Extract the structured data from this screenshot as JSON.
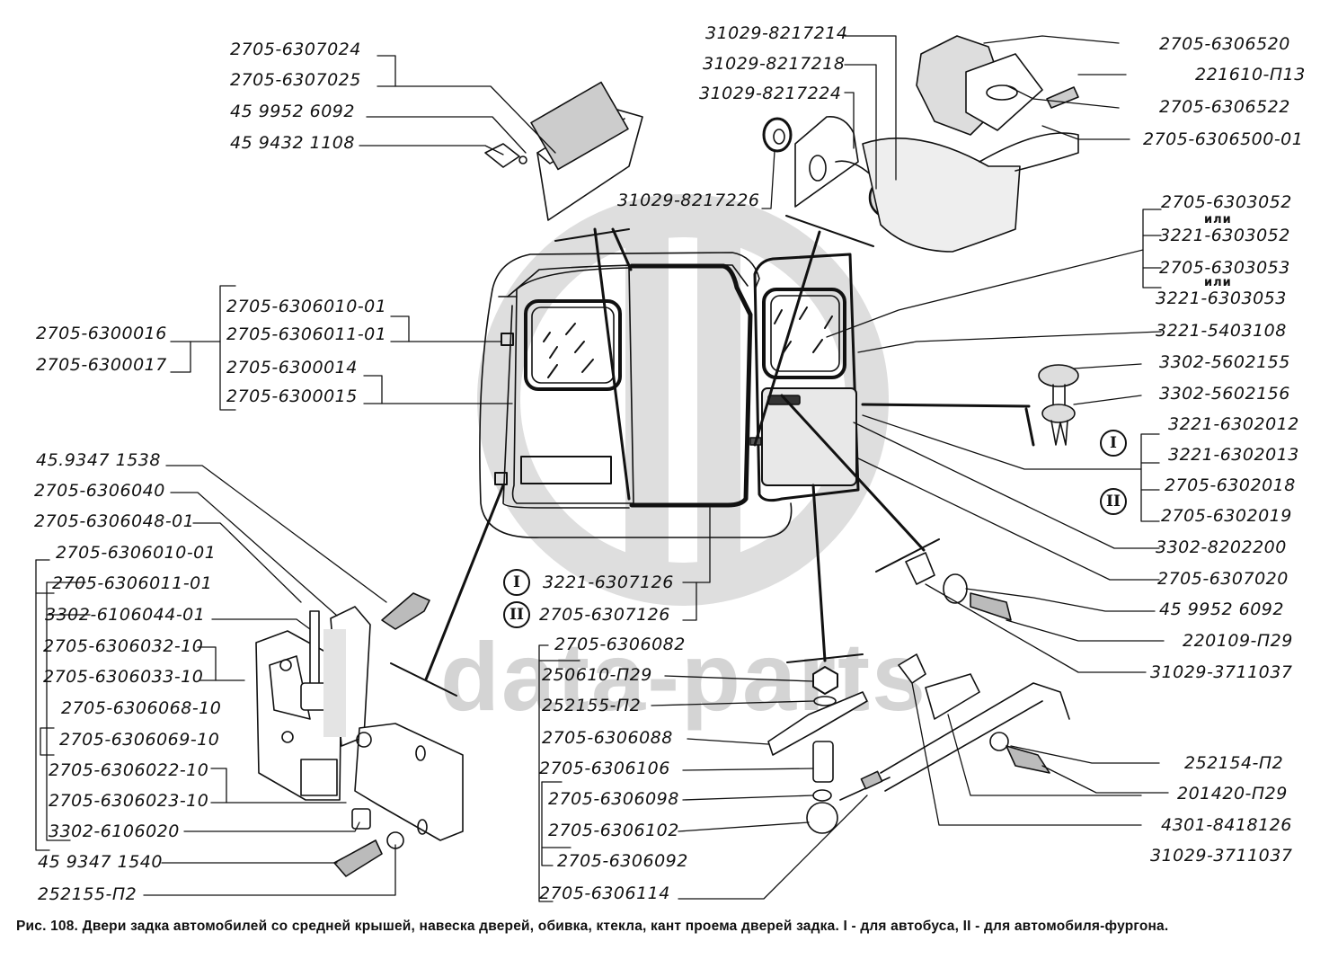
{
  "figure": {
    "caption": "Рис. 108. Двери задка автомобилей со средней крышей, навеска дверей, обивка, ктекла, кант проема дверей задка. I - для автобуса, II - для автомобиля-фургона.",
    "watermark": "data-parts",
    "or_word": "или",
    "variant_markers": {
      "bus": "I",
      "van": "II"
    }
  },
  "colors": {
    "ink": "#111111",
    "watermark": "#d4d4d4",
    "background": "#ffffff"
  },
  "labels": {
    "top_left": [
      "2705-6307024",
      "2705-6307025",
      "45 9952 6092",
      "45 9432 1108"
    ],
    "top_center": [
      "31029-8217214",
      "31029-8217218",
      "31029-8217224",
      "31029-8217226"
    ],
    "top_right": [
      "2705-6306520",
      "221610-П13",
      "2705-6306522",
      "2705-6306500-01"
    ],
    "right_glass_seal": [
      "2705-6303052",
      "3221-6303052",
      "2705-6303053",
      "3221-6303053"
    ],
    "right_mid": [
      "3221-5403108",
      "3302-5602155",
      "3302-5602156"
    ],
    "right_trim": [
      "3221-6302012",
      "3221-6302013",
      "2705-6302018",
      "2705-6302019"
    ],
    "right_lower": [
      "3302-8202200",
      "2705-6307020",
      "45 9952 6092",
      "220109-П29",
      "31029-3711037"
    ],
    "right_bottom": [
      "252154-П2",
      "201420-П29",
      "4301-8418126",
      "31029-3711037"
    ],
    "left_door_assy": [
      "2705-6300016",
      "2705-6300017"
    ],
    "left_door_parts": [
      "2705-6306010-01",
      "2705-6306011-01",
      "2705-6300014",
      "2705-6300015"
    ],
    "hinge": [
      "45.9347 1538",
      "2705-6306040",
      "2705-6306048-01",
      "2705-6306010-01",
      "2705-6306011-01",
      "3302-6106044-01",
      "2705-6306032-10",
      "2705-6306033-10",
      "2705-6306068-10",
      "2705-6306069-10",
      "2705-6306022-10",
      "2705-6306023-10",
      "3302-6106020",
      "45 9347 1540",
      "252155-П2"
    ],
    "opening_seal": [
      "3221-6307126",
      "2705-6307126"
    ],
    "center_bottom": [
      "2705-6306082",
      "250610-П29",
      "252155-П2",
      "2705-6306088",
      "2705-6306106",
      "2705-6306098",
      "2705-6306102",
      "2705-6306092",
      "2705-6306114"
    ]
  }
}
